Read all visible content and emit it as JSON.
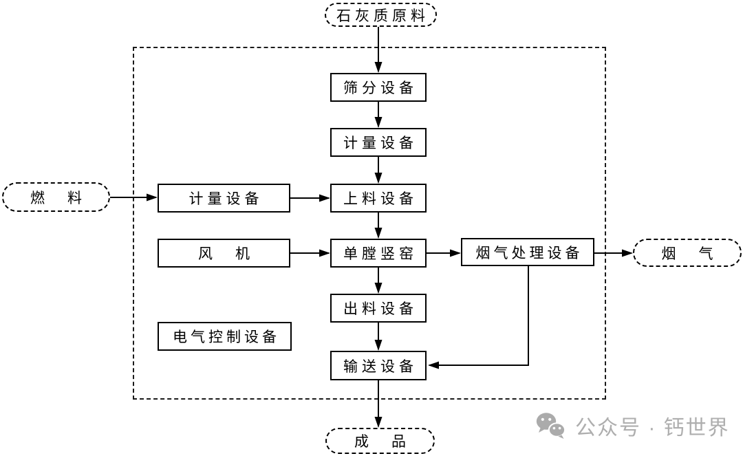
{
  "diagram": {
    "type": "flowchart",
    "boundary": "dashed-system-boundary",
    "nodes": {
      "limestone_raw_material": {
        "label": "石灰质原料",
        "shape": "stadium"
      },
      "screening_equipment": {
        "label": "筛分设备",
        "shape": "rect"
      },
      "metering_equipment_top": {
        "label": "计量设备",
        "shape": "rect"
      },
      "fuel": {
        "label": "燃　料",
        "shape": "stadium"
      },
      "metering_equipment_fuel": {
        "label": "计量设备",
        "shape": "rect"
      },
      "feeding_equipment": {
        "label": "上料设备",
        "shape": "rect"
      },
      "fan": {
        "label": "风　机",
        "shape": "rect"
      },
      "single_chamber_shaft_kiln": {
        "label": "单膛竖窑",
        "shape": "rect"
      },
      "flue_gas_treatment_equipment": {
        "label": "烟气处理设备",
        "shape": "rect"
      },
      "flue_gas": {
        "label": "烟　气",
        "shape": "stadium"
      },
      "discharge_equipment": {
        "label": "出料设备",
        "shape": "rect"
      },
      "electrical_control_equipment": {
        "label": "电气控制设备",
        "shape": "rect"
      },
      "conveying_equipment": {
        "label": "输送设备",
        "shape": "rect"
      },
      "finished_product": {
        "label": "成　品",
        "shape": "stadium"
      }
    },
    "edges": [
      "limestone_raw_material -> screening_equipment",
      "screening_equipment -> metering_equipment_top",
      "metering_equipment_top -> feeding_equipment",
      "fuel -> metering_equipment_fuel",
      "metering_equipment_fuel -> feeding_equipment",
      "feeding_equipment -> single_chamber_shaft_kiln",
      "fan -> single_chamber_shaft_kiln",
      "single_chamber_shaft_kiln -> flue_gas_treatment_equipment",
      "flue_gas_treatment_equipment -> flue_gas",
      "single_chamber_shaft_kiln -> discharge_equipment",
      "discharge_equipment -> conveying_equipment",
      "flue_gas_treatment_equipment -> conveying_equipment",
      "conveying_equipment -> finished_product"
    ],
    "colors": {
      "line": "#000000",
      "background": "#ffffff"
    }
  },
  "watermark": {
    "icon": "wechat-icon",
    "text": "公众号 · 钙世界",
    "color": "#aeaeae"
  }
}
